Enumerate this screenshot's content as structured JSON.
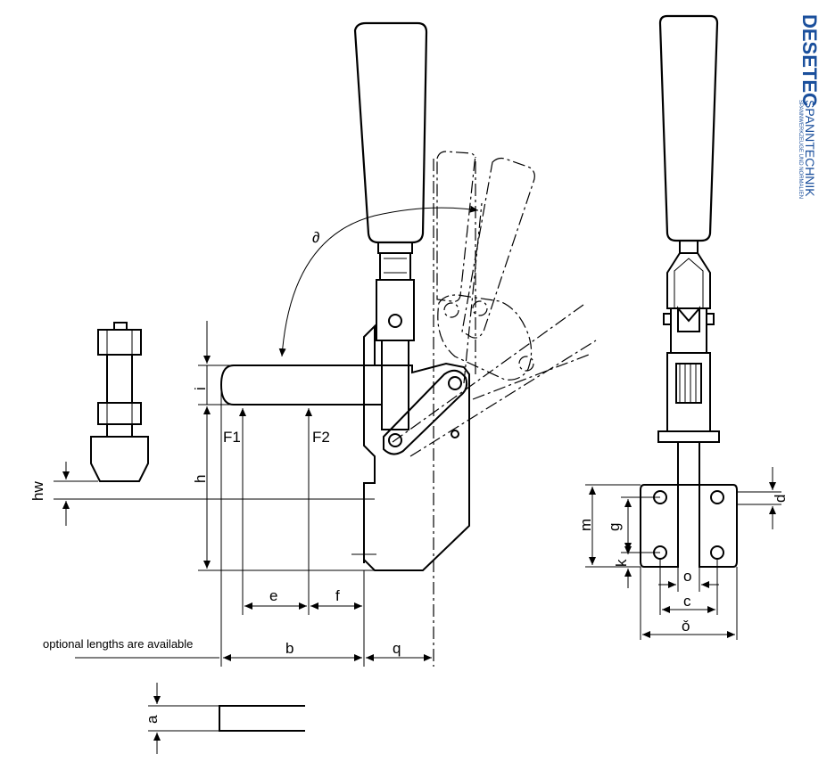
{
  "brand": {
    "name": "DESETEC",
    "subtitle": "SPANNTECHNIK",
    "tagline": "SPANNWERKZEUGE UND NORMALIEN",
    "color": "#1a4f9c"
  },
  "note": "optional lengths are available",
  "dimensions": {
    "angle": "∂",
    "i": "i",
    "h": "h",
    "hw": "hw",
    "F1": "F1",
    "F2": "F2",
    "e": "e",
    "f": "f",
    "b": "b",
    "q": "q",
    "a": "a",
    "m": "m",
    "g": "g",
    "k": "k",
    "d": "d",
    "o": "o",
    "c": "c",
    "delta": "ǒ"
  }
}
